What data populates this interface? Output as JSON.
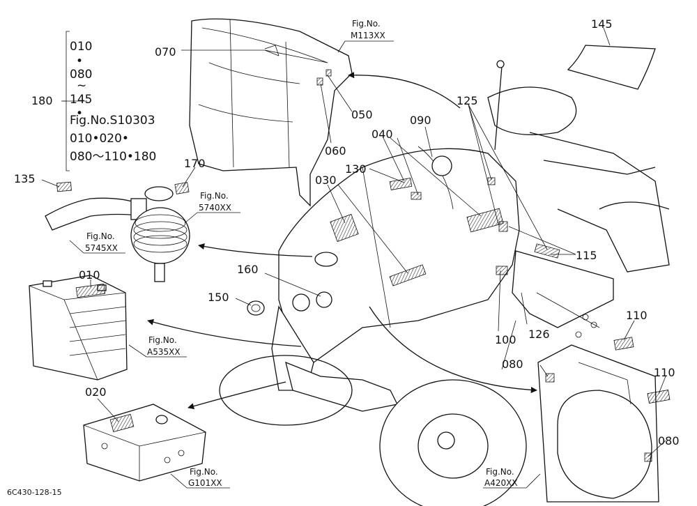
{
  "drawing_code": "6C430-128-15",
  "callouts": {
    "c010": "010",
    "c020": "020",
    "c030": "030",
    "c040": "040",
    "c050": "050",
    "c060": "060",
    "c070": "070",
    "c080a": "080",
    "c080b": "080",
    "c090": "090",
    "c100": "100",
    "c110a": "110",
    "c110b": "110",
    "c115": "115",
    "c125": "125",
    "c126": "126",
    "c130": "130",
    "c135": "135",
    "c145": "145",
    "c150": "150",
    "c160": "160",
    "c170": "170",
    "c180": "180"
  },
  "set_list": {
    "line1": "010",
    "dot1": "•",
    "line2": "080",
    "tilde": "~",
    "line3": "145",
    "dot2": "•",
    "line4": "Fig.No.S10303",
    "line5": "010•020•",
    "line6": "080～110•180"
  },
  "fig_refs": {
    "hood": {
      "label": "Fig.No.",
      "code": "M113XX"
    },
    "air_cleaner": {
      "label": "Fig.No.",
      "code": "5740XX"
    },
    "intake": {
      "label": "Fig.No.",
      "code": "5745XX"
    },
    "battery": {
      "label": "Fig.No.",
      "code": "A535XX"
    },
    "base": {
      "label": "Fig.No.",
      "code": "G101XX"
    },
    "panel": {
      "label": "Fig.No.",
      "code": "A420XX"
    }
  }
}
